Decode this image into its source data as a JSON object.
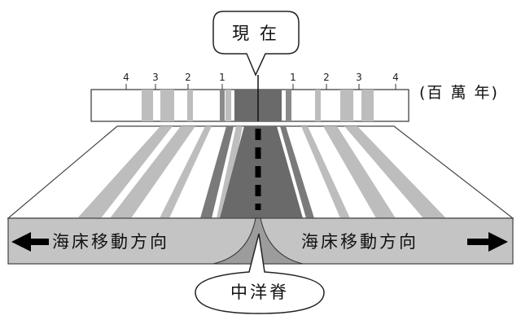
{
  "callout_top": "現 在",
  "scale_ticks_left": [
    "4",
    "3",
    "2",
    "1"
  ],
  "scale_ticks_right": [
    "1",
    "2",
    "3",
    "4"
  ],
  "unit_label": "(百 萬 年)",
  "arrow_left_label": "海床移動方向",
  "arrow_right_label": "海床移動方向",
  "callout_bottom": "中洋脊",
  "colors": {
    "crust_dark": "#6a6a6a",
    "crust_light": "#bdbdbd",
    "side_face": "#c4c4c4",
    "line": "#333333"
  }
}
